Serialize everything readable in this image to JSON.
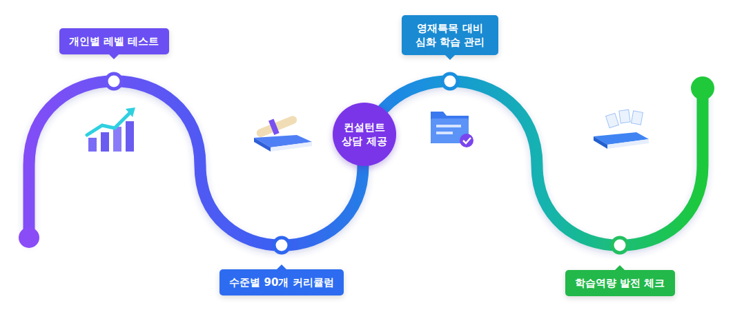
{
  "diagram": {
    "nodes": [
      {
        "text": [
          "개인별 레벨 테스트"
        ]
      },
      {
        "text": [
          "수준별 90개 커리큘럼"
        ]
      },
      {
        "text": [
          "컨설턴트 상담 제공"
        ]
      },
      {
        "text": [
          "영재특목 대비 심화 학습 관리"
        ]
      },
      {
        "text": [
          "학습역량 발전 체크"
        ]
      }
    ]
  }
}
